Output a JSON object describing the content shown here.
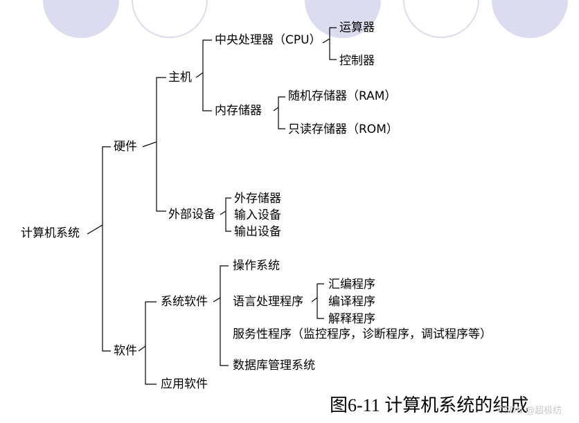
{
  "caption": "图6-11 计算机系统的组成",
  "watermark": "CSDN @超极纺",
  "nodes": {
    "root": "计算机系统",
    "hardware": "硬件",
    "host": "主机",
    "cpu": "中央处理器（CPU）",
    "alu": "运算器",
    "controller": "控制器",
    "memory": "内存储器",
    "ram": "随机存储器（RAM）",
    "rom": "只读存储器（ROM）",
    "peripherals": "外部设备",
    "external_storage": "外存储器",
    "input_device": "输入设备",
    "output_device": "输出设备",
    "software": "软件",
    "system_software": "系统软件",
    "os": "操作系统",
    "language_processor": "语言处理程序",
    "assembler": "汇编程序",
    "compiler": "编译程序",
    "interpreter": "解释程序",
    "service_programs": "服务性程序（监控程序，诊断程序，调试程序等）",
    "dbms": "数据库管理系统",
    "application_software": "应用软件"
  },
  "colors": {
    "decoration": "#dcdcf0",
    "line": "#000000"
  }
}
